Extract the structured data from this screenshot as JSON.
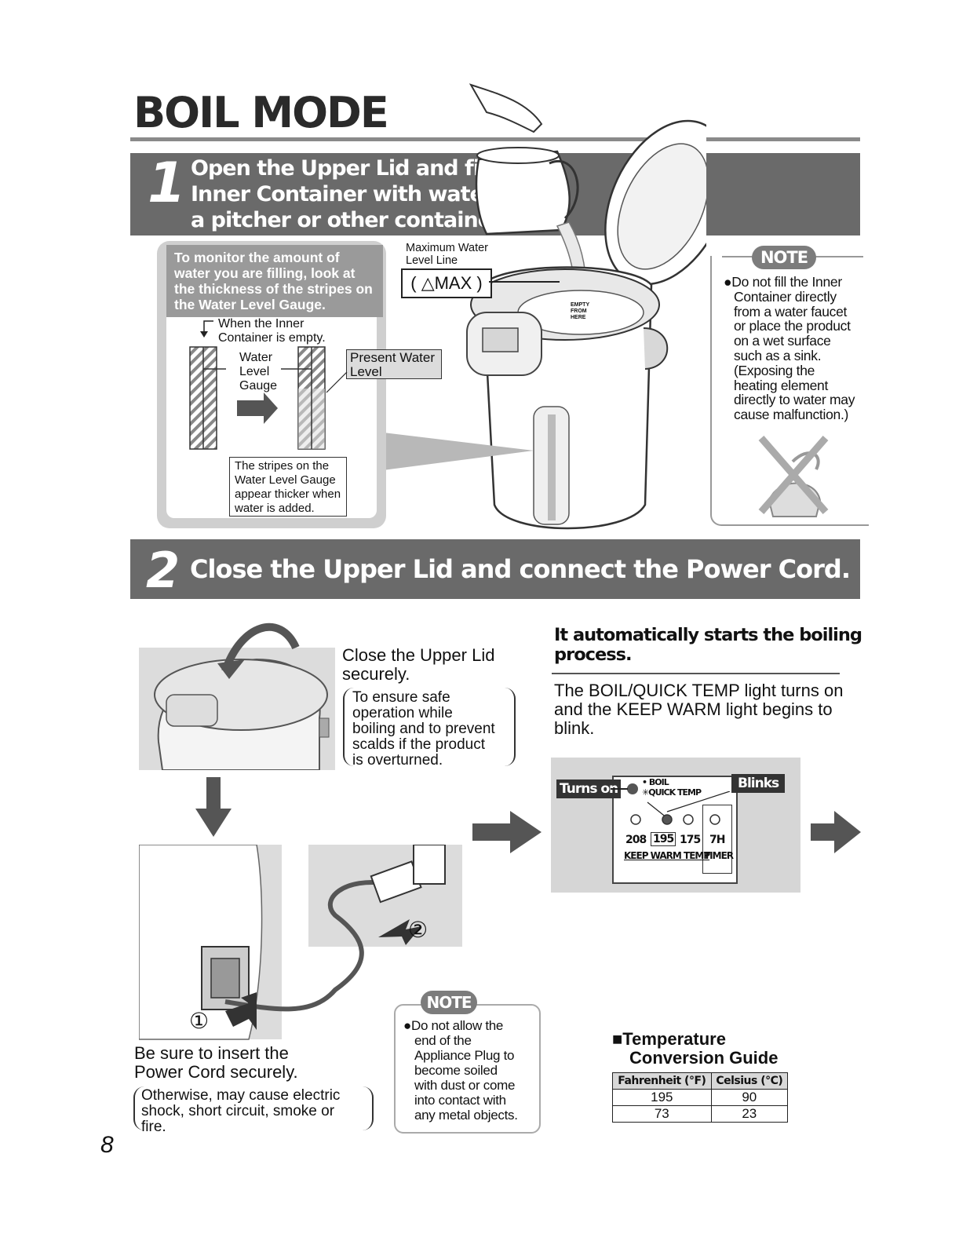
{
  "page_title": "BOIL MODE",
  "step1": {
    "number": "1",
    "line1": "Open the Upper Lid and fill the",
    "line2": "Inner Container with water using",
    "line3": "a pitcher or other container."
  },
  "monitor": {
    "line1": "To monitor the amount of",
    "line2": "water you are filling, look at",
    "line3": "the thickness of the stripes on",
    "line4": "the Water Level Gauge.",
    "empty_line1": "When the Inner",
    "empty_line2": "Container is empty.",
    "gauge_line1": "Water",
    "gauge_line2": "Level",
    "gauge_line3": "Gauge",
    "present_line1": "Present Water",
    "present_line2": "Level",
    "stripes_line1": "The stripes on the",
    "stripes_line2": "Water Level Gauge",
    "stripes_line3": "appear thicker when",
    "stripes_line4": "water is added."
  },
  "max_label": {
    "line1": "Maximum Water",
    "line2": "Level Line",
    "symbol": "( △MAX )",
    "empty_from_here": "EMPTY FROM HERE"
  },
  "note1": {
    "pill": "NOTE",
    "line1": "●Do not fill the Inner",
    "line2": "Container directly",
    "line3": "from a water faucet",
    "line4": "or place the product",
    "line5": "on a wet surface",
    "line6": "such as a sink.",
    "line7": "(Exposing the",
    "line8": "heating element",
    "line9": "directly to water may",
    "line10": "cause malfunction.)"
  },
  "step2": {
    "number": "2",
    "text": "Close the Upper Lid and connect the Power Cord."
  },
  "close_lid": {
    "line1": "Close the Upper Lid",
    "line2": "securely.",
    "p1": "To ensure safe",
    "p2": "operation while",
    "p3": "boiling and to prevent",
    "p4": "scalds if the product",
    "p5": "is overturned."
  },
  "auto": {
    "head1": "It automatically starts the boiling",
    "head2": "process.",
    "body1": "The BOIL/QUICK TEMP light turns on",
    "body2": "and the KEEP WARM light begins to",
    "body3": "blink."
  },
  "panel": {
    "turns_on": "Turns on",
    "blinks": "Blinks",
    "boil": "• BOIL",
    "quick_temp": "✳QUICK TEMP",
    "t208": "208",
    "t195": "195",
    "t175": "175",
    "t7h": "7H",
    "keep_warm_temp": "KEEP WARM TEMP",
    "timer": "TIMER"
  },
  "cord": {
    "circle1": "①",
    "circle2": "②",
    "line1": "Be sure to insert the",
    "line2": "Power Cord securely.",
    "p1": "Otherwise, may cause electric",
    "p2": "shock, short circuit, smoke or",
    "p3": "fire."
  },
  "note2": {
    "pill": "NOTE",
    "line1": "●Do not allow the",
    "line2": "end of the",
    "line3": "Appliance Plug to",
    "line4": "become soiled",
    "line5": "with dust or come",
    "line6": "into contact with",
    "line7": "any metal objects."
  },
  "temp_guide": {
    "title1": "■Temperature",
    "title2": "Conversion Guide",
    "headers": [
      "Fahrenheit (°F)",
      "Celsius (°C)"
    ],
    "rows": [
      [
        "195",
        "90"
      ],
      [
        "73",
        "23"
      ]
    ]
  },
  "page_number": "8"
}
